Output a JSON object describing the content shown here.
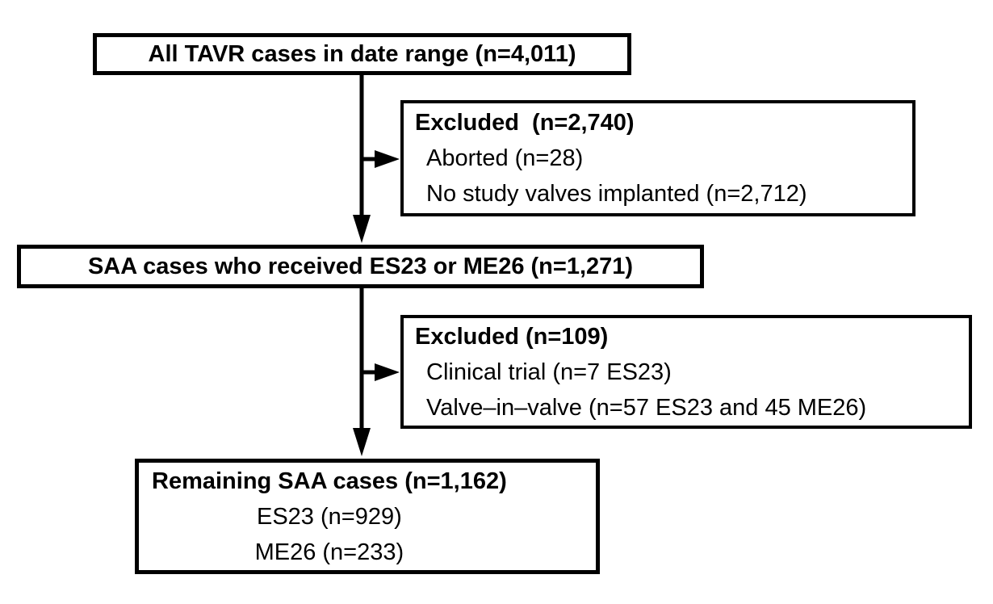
{
  "diagram": {
    "kind": "study-flow-diagram",
    "background_color": "#ffffff",
    "line_color": "#000000",
    "text_color": "#000000",
    "boxes": {
      "top": {
        "text": "All TAVR cases in date range (n=4,011)"
      },
      "excluded1": {
        "header": "Excluded  (n=2,740)",
        "items": [
          "Aborted (n=28)",
          "No study valves implanted (n=2,712)"
        ]
      },
      "middle": {
        "text": "SAA cases who received ES23 or ME26 (n=1,271)"
      },
      "excluded2": {
        "header": "Excluded (n=109)",
        "items": [
          "Clinical trial (n=7 ES23)",
          "Valve–in–valve (n=57 ES23 and 45 ME26)"
        ]
      },
      "bottom": {
        "header": "Remaining SAA cases (n=1,162)",
        "items": [
          "ES23 (n=929)",
          "ME26 (n=233)"
        ]
      }
    }
  }
}
